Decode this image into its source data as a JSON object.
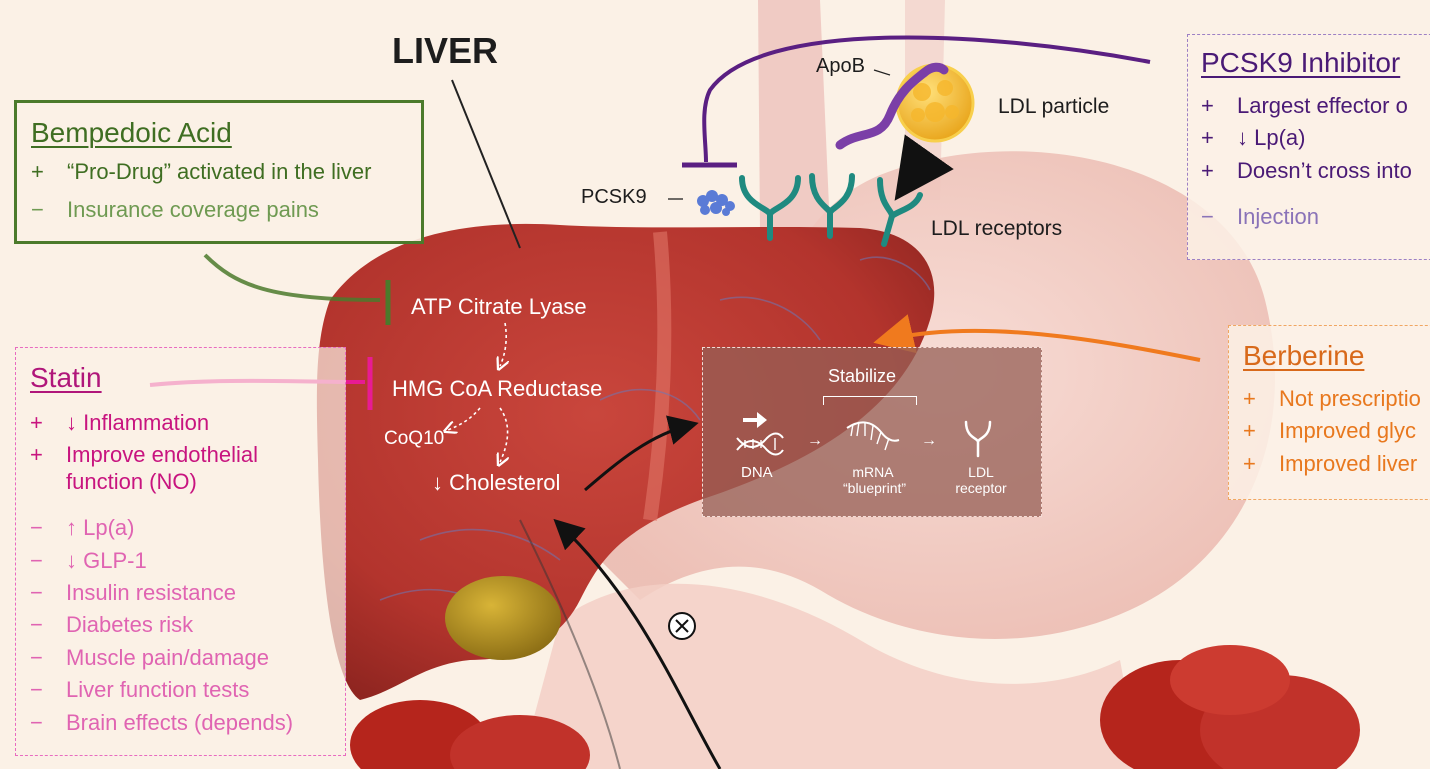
{
  "colors": {
    "background": "#fbf1e6",
    "bempedoic": "#4b7a2b",
    "statin": "#d0198c",
    "pcsk9": "#5a1f82",
    "berberine": "#e8781e",
    "liver": "#b8342e"
  },
  "diagram": {
    "liver_label": "LIVER",
    "pathway": {
      "step1": "ATP Citrate Lyase",
      "step2": "HMG CoA Reductase",
      "coq10": "CoQ10",
      "step3": "↓ Cholesterol"
    },
    "receptor_area": {
      "apob": "ApoB",
      "ldl_particle": "LDL particle",
      "pcsk9": "PCSK9",
      "ldl_receptors": "LDL receptors"
    },
    "expression_box": {
      "stabilize": "Stabilize",
      "dna": "DNA",
      "mrna_1": "mRNA",
      "mrna_2": "“blueprint”",
      "ldl_receptor_1": "LDL",
      "ldl_receptor_2": "receptor"
    }
  },
  "bempedoic": {
    "title": "Bempedoic Acid",
    "items": [
      {
        "sign": "+",
        "text": "“Pro-Drug” activated in the liver"
      },
      {
        "sign": "−",
        "text": "Insurance coverage pains"
      }
    ]
  },
  "statin": {
    "title": "Statin",
    "pros": [
      {
        "sign": "+",
        "text": "↓  Inflammation"
      },
      {
        "sign": "+",
        "text": "Improve endothelial function (NO)"
      }
    ],
    "cons": [
      {
        "sign": "−",
        "text": "↑  Lp(a)"
      },
      {
        "sign": "−",
        "text": "↓  GLP-1"
      },
      {
        "sign": "−",
        "text": "Insulin resistance"
      },
      {
        "sign": "−",
        "text": "Diabetes risk"
      },
      {
        "sign": "−",
        "text": "Muscle pain/damage"
      },
      {
        "sign": "−",
        "text": "Liver function tests"
      },
      {
        "sign": "−",
        "text": "Brain effects (depends)"
      }
    ]
  },
  "pcsk9_inhibitor": {
    "title": "PCSK9 Inhibitor",
    "pros": [
      {
        "sign": "+",
        "text": "Largest effector o"
      },
      {
        "sign": "+",
        "text": "↓  Lp(a)"
      },
      {
        "sign": "+",
        "text": "Doesn’t cross into"
      }
    ],
    "cons": [
      {
        "sign": "−",
        "text": "Injection"
      }
    ]
  },
  "berberine": {
    "title": "Berberine",
    "items": [
      {
        "sign": "+",
        "text": "Not prescriptio"
      },
      {
        "sign": "+",
        "text": "Improved glyc"
      },
      {
        "sign": "+",
        "text": "Improved liver"
      }
    ]
  }
}
